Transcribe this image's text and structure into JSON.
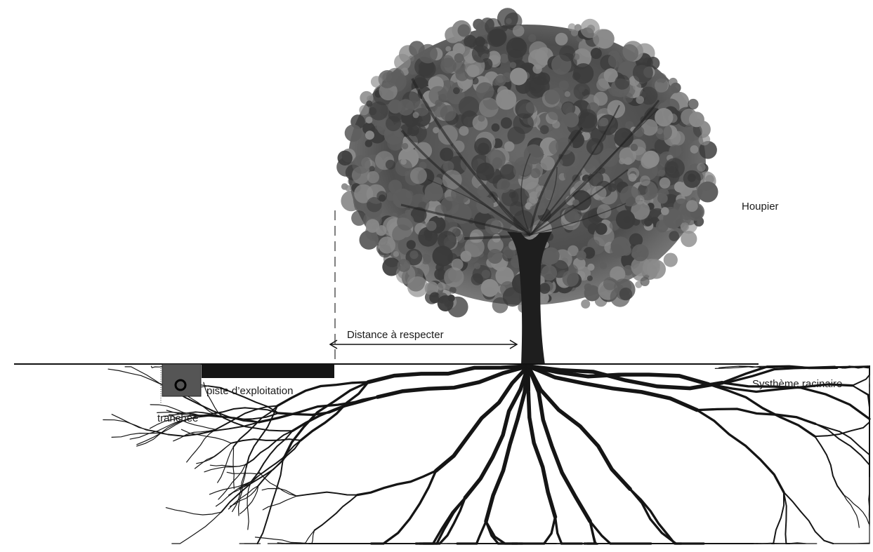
{
  "labels": {
    "crown": "Houpier",
    "root_system": "Systhème racinaire",
    "track": "piste d’exploitation",
    "trench": "tranchée",
    "distance": "Distance à respecter"
  },
  "colors": {
    "ground": "#111111",
    "foliage_dark": "#3a3a3a",
    "foliage_mid": "#5e5e5e",
    "foliage_light": "#8a8a8a",
    "trunk": "#1e1e1e",
    "roots": "#151515",
    "trench_fill": "#555555",
    "track_fill": "#151515"
  }
}
